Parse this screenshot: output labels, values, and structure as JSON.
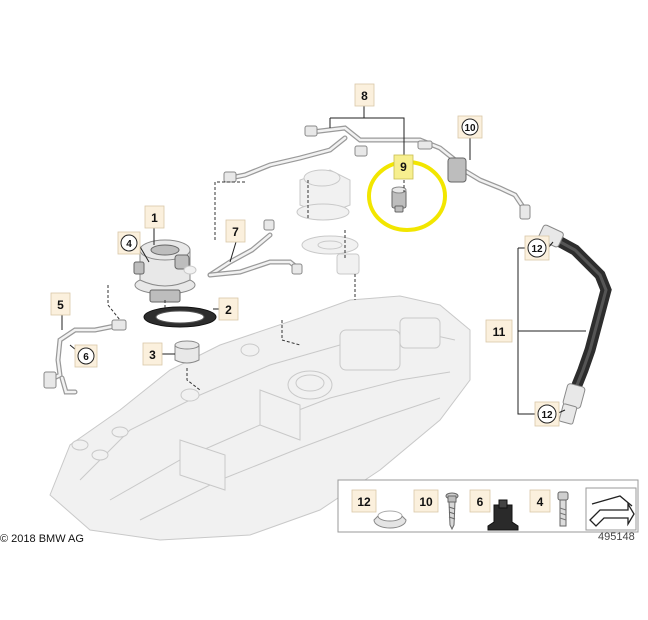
{
  "diagram": {
    "callouts": [
      {
        "id": "1",
        "text": "1"
      },
      {
        "id": "2",
        "text": "2"
      },
      {
        "id": "3",
        "text": "3"
      },
      {
        "id": "4",
        "text": "4"
      },
      {
        "id": "5",
        "text": "5"
      },
      {
        "id": "6",
        "text": "6"
      },
      {
        "id": "7",
        "text": "7"
      },
      {
        "id": "8",
        "text": "8"
      },
      {
        "id": "9",
        "text": "9"
      },
      {
        "id": "10",
        "text": "10"
      },
      {
        "id": "11",
        "text": "11"
      },
      {
        "id": "12a",
        "text": "12"
      },
      {
        "id": "12b",
        "text": "12"
      }
    ],
    "highlight": {
      "part": "9",
      "color": "#f2e600"
    }
  },
  "legend": {
    "items": [
      {
        "number": "12",
        "icon": "clip-icon"
      },
      {
        "number": "10",
        "icon": "screw-icon"
      },
      {
        "number": "6",
        "icon": "grommet-icon"
      },
      {
        "number": "4",
        "icon": "bolt-icon"
      }
    ],
    "arrow_icon": "direction-arrow-icon"
  },
  "footer": {
    "copyright": "© 2018 BMW AG",
    "reference": "495148"
  },
  "colors": {
    "label_box": "#fbf0dd",
    "highlight": "#f2e600",
    "hose": "#2d2d2d"
  }
}
